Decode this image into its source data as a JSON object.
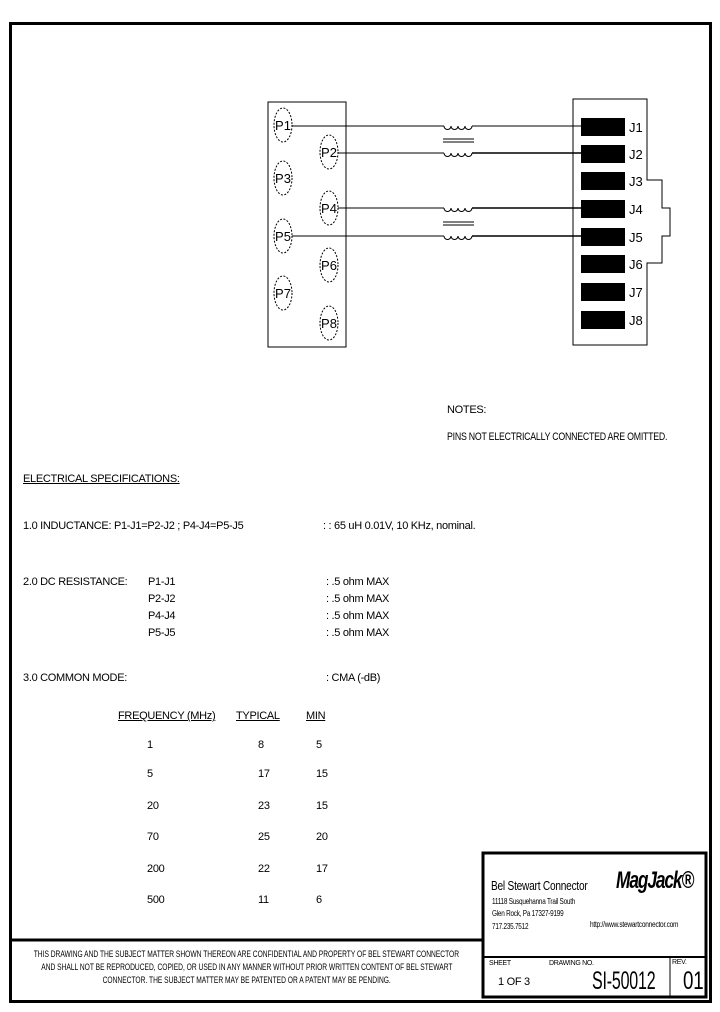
{
  "schematic": {
    "plug_pins": [
      "P1",
      "P2",
      "P3",
      "P4",
      "P5",
      "P6",
      "P7",
      "P8"
    ],
    "jack_pins": [
      "J1",
      "J2",
      "J3",
      "J4",
      "J5",
      "J6",
      "J7",
      "J8"
    ]
  },
  "notes": {
    "title": "NOTES:",
    "text": "PINS NOT ELECTRICALLY CONNECTED ARE OMITTED."
  },
  "specs": {
    "title": "ELECTRICAL SPECIFICATIONS:",
    "inductance": {
      "label": "1.0 INDUCTANCE:  P1-J1=P2-J2 ; P4-J4=P5-J5",
      "value": ": : 65 uH 0.01V, 10 KHz, nominal."
    },
    "dc_resistance": {
      "label": "2.0 DC RESISTANCE:",
      "rows": [
        {
          "pair": "P1-J1",
          "value": ": .5 ohm MAX"
        },
        {
          "pair": "P2-J2",
          "value": ": .5 ohm MAX"
        },
        {
          "pair": "P4-J4",
          "value": ": .5 ohm MAX"
        },
        {
          "pair": "P5-J5",
          "value": ": .5 ohm MAX"
        }
      ]
    },
    "common_mode": {
      "label": "3.0 COMMON MODE:",
      "value": ": CMA (-dB)"
    },
    "table": {
      "headers": [
        "FREQUENCY (MHz)",
        "TYPICAL",
        "MIN"
      ],
      "rows": [
        [
          "1",
          "8",
          "5"
        ],
        [
          "5",
          "17",
          "15"
        ],
        [
          "20",
          "23",
          "15"
        ],
        [
          "70",
          "25",
          "20"
        ],
        [
          "200",
          "22",
          "17"
        ],
        [
          "500",
          "11",
          "6"
        ]
      ]
    }
  },
  "title_block": {
    "company": "Bel Stewart Connector",
    "address1": "11118 Susquehanna Trail South",
    "address2": "Glen Rock, Pa 17327-9199",
    "phone": "717.235.7512",
    "logo": "MagJack®",
    "url": "http://www.stewartconnector.com",
    "sheet_label": "SHEET",
    "sheet_value": "1 OF 3",
    "drawing_no_label": "DRAWING NO.",
    "drawing_no": "SI-50012",
    "rev_label": "REV.",
    "rev": "01"
  },
  "disclaimer": [
    "THIS DRAWING AND THE SUBJECT MATTER SHOWN THEREON ARE CONFIDENTIAL AND PROPERTY OF BEL STEWART CONNECTOR",
    "AND SHALL NOT BE REPRODUCED, COPIED, OR USED IN ANY MANNER WITHOUT PRIOR WRITTEN CONTENT OF BEL STEWART",
    "CONNECTOR.  THE SUBJECT MATTER MAY BE PATENTED OR A PATENT MAY BE PENDING."
  ]
}
